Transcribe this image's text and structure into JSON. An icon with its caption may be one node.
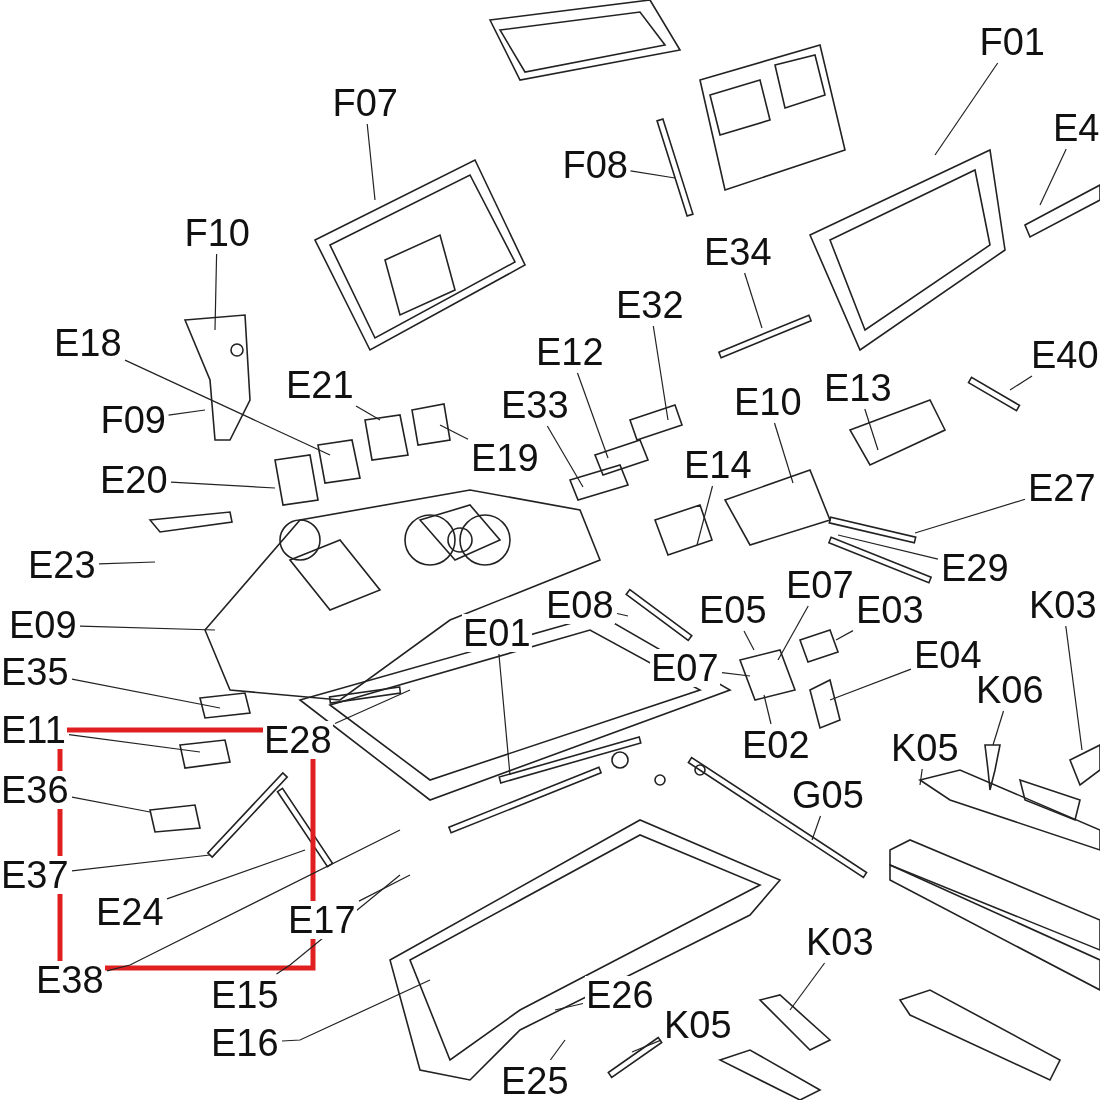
{
  "diagram": {
    "nodes": [
      {
        "text": [
          "F01"
        ]
      },
      {
        "text": [
          "F07"
        ]
      },
      {
        "text": [
          "E4"
        ]
      },
      {
        "text": [
          "F08"
        ]
      },
      {
        "text": [
          "F10"
        ]
      },
      {
        "text": [
          "E34"
        ]
      },
      {
        "text": [
          "E32"
        ]
      },
      {
        "text": [
          "E18"
        ]
      },
      {
        "text": [
          "E12"
        ]
      },
      {
        "text": [
          "E40"
        ]
      },
      {
        "text": [
          "E21"
        ]
      },
      {
        "text": [
          "E13"
        ]
      },
      {
        "text": [
          "E10"
        ]
      },
      {
        "text": [
          "E33"
        ]
      },
      {
        "text": [
          "F09"
        ]
      },
      {
        "text": [
          "E19"
        ]
      },
      {
        "text": [
          "E14"
        ]
      },
      {
        "text": [
          "E20"
        ]
      },
      {
        "text": [
          "E27"
        ]
      },
      {
        "text": [
          "E23"
        ]
      },
      {
        "text": [
          "E29"
        ]
      },
      {
        "text": [
          "E07"
        ]
      },
      {
        "text": [
          "E08"
        ]
      },
      {
        "text": [
          "E05"
        ]
      },
      {
        "text": [
          "E03"
        ]
      },
      {
        "text": [
          "K03"
        ]
      },
      {
        "text": [
          "E09"
        ]
      },
      {
        "text": [
          "E01"
        ]
      },
      {
        "text": [
          "E04"
        ]
      },
      {
        "text": [
          "E07"
        ]
      },
      {
        "text": [
          "E35"
        ]
      },
      {
        "text": [
          "K06"
        ]
      },
      {
        "text": [
          "E11"
        ]
      },
      {
        "text": [
          "E28"
        ]
      },
      {
        "text": [
          "E02"
        ]
      },
      {
        "text": [
          "K05"
        ]
      },
      {
        "text": [
          "E36"
        ]
      },
      {
        "text": [
          "G05"
        ]
      },
      {
        "text": [
          "E37"
        ]
      },
      {
        "text": [
          "E24"
        ]
      },
      {
        "text": [
          "E17"
        ]
      },
      {
        "text": [
          "K03"
        ]
      },
      {
        "text": [
          "E38"
        ]
      },
      {
        "text": [
          "E15"
        ]
      },
      {
        "text": [
          "E26"
        ]
      },
      {
        "text": [
          "K05"
        ]
      },
      {
        "text": [
          "E16"
        ]
      },
      {
        "text": [
          "E25"
        ]
      }
    ],
    "edges": [
      {
        "from": 0,
        "to": null,
        "arrow": "none"
      },
      {
        "from": 1,
        "to": null,
        "arrow": "none"
      },
      {
        "from": 2,
        "to": null,
        "arrow": "none"
      },
      {
        "from": 3,
        "to": null,
        "arrow": "none"
      },
      {
        "from": 4,
        "to": null,
        "arrow": "none"
      },
      {
        "from": 5,
        "to": null,
        "arrow": "none"
      },
      {
        "from": 6,
        "to": null,
        "arrow": "none"
      },
      {
        "from": 7,
        "to": null,
        "arrow": "none"
      },
      {
        "from": 8,
        "to": null,
        "arrow": "none"
      },
      {
        "from": 9,
        "to": null,
        "arrow": "none"
      },
      {
        "from": 10,
        "to": null,
        "arrow": "none"
      },
      {
        "from": 11,
        "to": null,
        "arrow": "none"
      },
      {
        "from": 12,
        "to": null,
        "arrow": "none"
      },
      {
        "from": 13,
        "to": null,
        "arrow": "none"
      },
      {
        "from": 14,
        "to": null,
        "arrow": "none"
      },
      {
        "from": 15,
        "to": null,
        "arrow": "none"
      },
      {
        "from": 16,
        "to": null,
        "arrow": "none"
      },
      {
        "from": 17,
        "to": null,
        "arrow": "none"
      },
      {
        "from": 18,
        "to": null,
        "arrow": "none"
      },
      {
        "from": 19,
        "to": null,
        "arrow": "none"
      },
      {
        "from": 20,
        "to": null,
        "arrow": "none"
      },
      {
        "from": 21,
        "to": null,
        "arrow": "none"
      },
      {
        "from": 22,
        "to": null,
        "arrow": "none"
      },
      {
        "from": 23,
        "to": null,
        "arrow": "none"
      },
      {
        "from": 24,
        "to": null,
        "arrow": "none"
      },
      {
        "from": 25,
        "to": null,
        "arrow": "none"
      },
      {
        "from": 26,
        "to": null,
        "arrow": "none"
      },
      {
        "from": 27,
        "to": null,
        "arrow": "none"
      },
      {
        "from": 28,
        "to": null,
        "arrow": "none"
      },
      {
        "from": 29,
        "to": null,
        "arrow": "none"
      },
      {
        "from": 30,
        "to": null,
        "arrow": "none"
      },
      {
        "from": 31,
        "to": null,
        "arrow": "none"
      },
      {
        "from": 32,
        "to": null,
        "arrow": "none"
      },
      {
        "from": 33,
        "to": null,
        "arrow": "none"
      },
      {
        "from": 34,
        "to": null,
        "arrow": "none"
      },
      {
        "from": 35,
        "to": null,
        "arrow": "none"
      },
      {
        "from": 36,
        "to": null,
        "arrow": "none"
      },
      {
        "from": 37,
        "to": null,
        "arrow": "none"
      },
      {
        "from": 38,
        "to": null,
        "arrow": "none"
      },
      {
        "from": 39,
        "to": null,
        "arrow": "none"
      },
      {
        "from": 40,
        "to": null,
        "arrow": "none"
      },
      {
        "from": 41,
        "to": null,
        "arrow": "none"
      },
      {
        "from": 42,
        "to": null,
        "arrow": "none"
      },
      {
        "from": 43,
        "to": null,
        "arrow": "none"
      },
      {
        "from": 44,
        "to": null,
        "arrow": "none"
      },
      {
        "from": 45,
        "to": null,
        "arrow": "none"
      },
      {
        "from": 46,
        "to": null,
        "arrow": "none"
      },
      {
        "from": 47,
        "to": null,
        "arrow": "none"
      }
    ]
  }
}
